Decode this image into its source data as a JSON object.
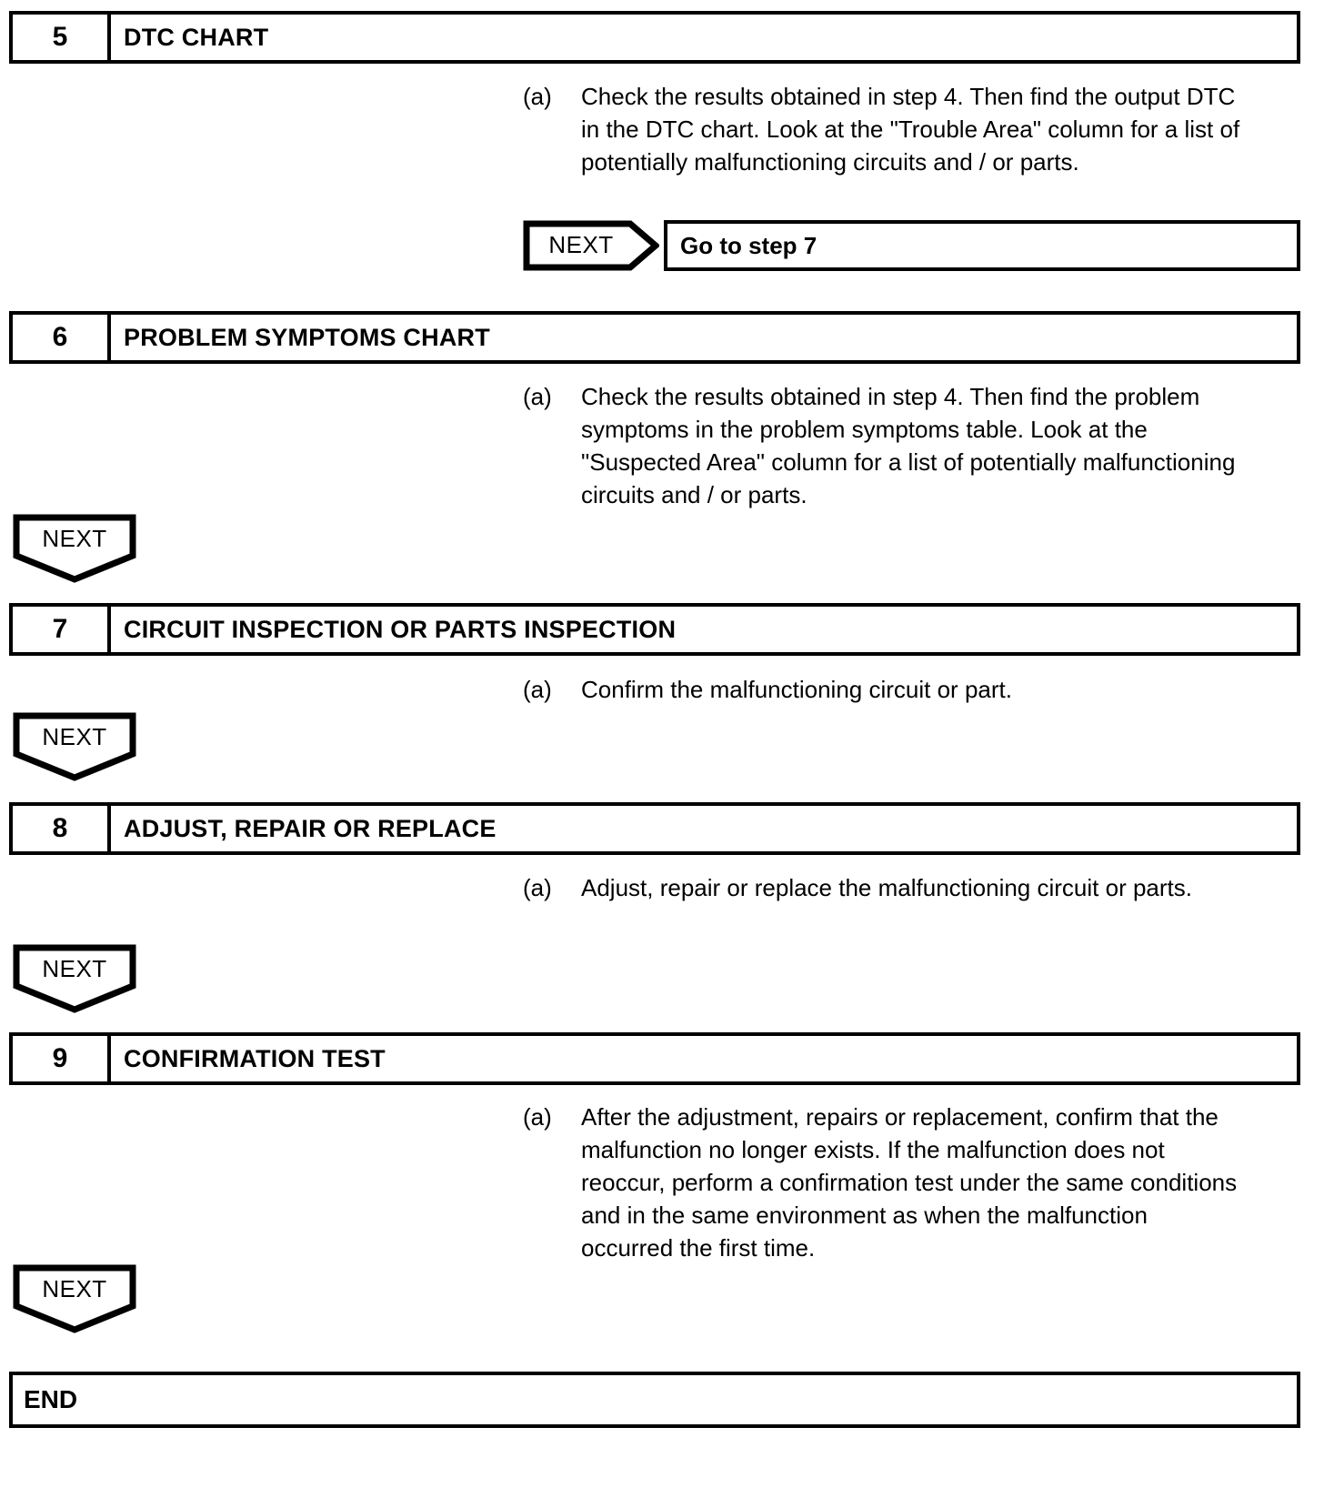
{
  "document": {
    "type": "troubleshooting-flowchart",
    "end_label": "END"
  },
  "steps": [
    {
      "number": "5",
      "title": "DTC CHART",
      "marker": "(a)",
      "text": "Check the results obtained in step 4. Then find the output DTC in the DTC chart. Look at the \"Trouble Area\" column for a list of potentially malfunctioning circuits and / or parts.",
      "connector": {
        "label": "NEXT",
        "direction": "right",
        "target_text": "Go to step 7"
      }
    },
    {
      "number": "6",
      "title": "PROBLEM SYMPTOMS CHART",
      "marker": "(a)",
      "text": "Check the results obtained in step 4. Then find the problem symptoms in the problem symptoms table. Look at the \"Suspected Area\" column for a list of potentially malfunctioning circuits and / or parts.",
      "connector": {
        "label": "NEXT",
        "direction": "down"
      }
    },
    {
      "number": "7",
      "title": "CIRCUIT INSPECTION OR PARTS INSPECTION",
      "marker": "(a)",
      "text": "Confirm the malfunctioning circuit or part.",
      "connector": {
        "label": "NEXT",
        "direction": "down"
      }
    },
    {
      "number": "8",
      "title": "ADJUST, REPAIR OR REPLACE",
      "marker": "(a)",
      "text": "Adjust, repair or replace the malfunctioning circuit or parts.",
      "connector": {
        "label": "NEXT",
        "direction": "down"
      }
    },
    {
      "number": "9",
      "title": "CONFIRMATION TEST",
      "marker": "(a)",
      "text": "After the adjustment, repairs or replacement, confirm that the malfunction no longer exists. If the malfunction does not reoccur, perform a confirmation test under the same conditions and in the same environment as when the malfunction occurred the first time.",
      "connector": {
        "label": "NEXT",
        "direction": "down"
      }
    }
  ],
  "colors": {
    "ink": "#000000",
    "paper": "#ffffff"
  }
}
